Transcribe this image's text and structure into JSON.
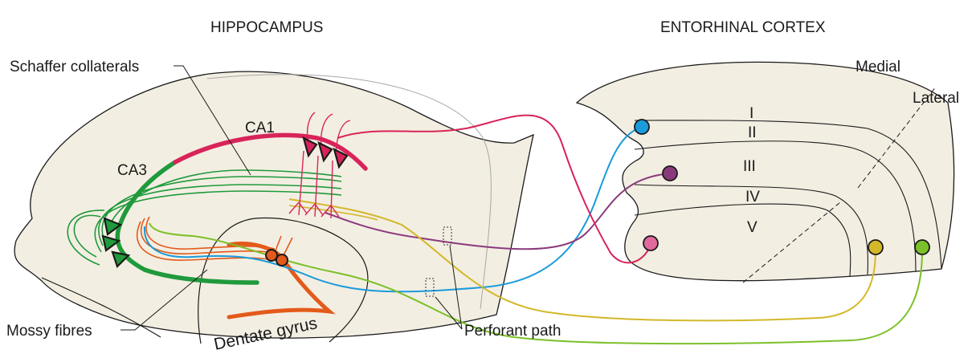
{
  "titles": {
    "hippocampus": "HIPPOCAMPUS",
    "entorhinal_cortex": "ENTORHINAL CORTEX"
  },
  "labels": {
    "schaffer_collaterals": "Schaffer collaterals",
    "ca1": "CA1",
    "ca3": "CA3",
    "mossy_fibres": "Mossy fibres",
    "dentate_gyrus": "Dentate gyrus",
    "perforant_path": "Perforant path",
    "medial": "Medial",
    "lateral": "Lateral"
  },
  "layers": [
    "I",
    "II",
    "III",
    "IV",
    "V"
  ],
  "colors": {
    "tissue_fill": "#f3eee2",
    "outline": "#1a1a1a",
    "ca1": "#d8245a",
    "ca3": "#1f9a3c",
    "dentate": "#e35a1b",
    "layer2_blue": "#1a9bdc",
    "layer3_purple": "#8a3a7c",
    "lateral_yellow": "#d3b82a",
    "medial_green": "#7bc02a",
    "layer5_pink": "#e06a9c"
  }
}
